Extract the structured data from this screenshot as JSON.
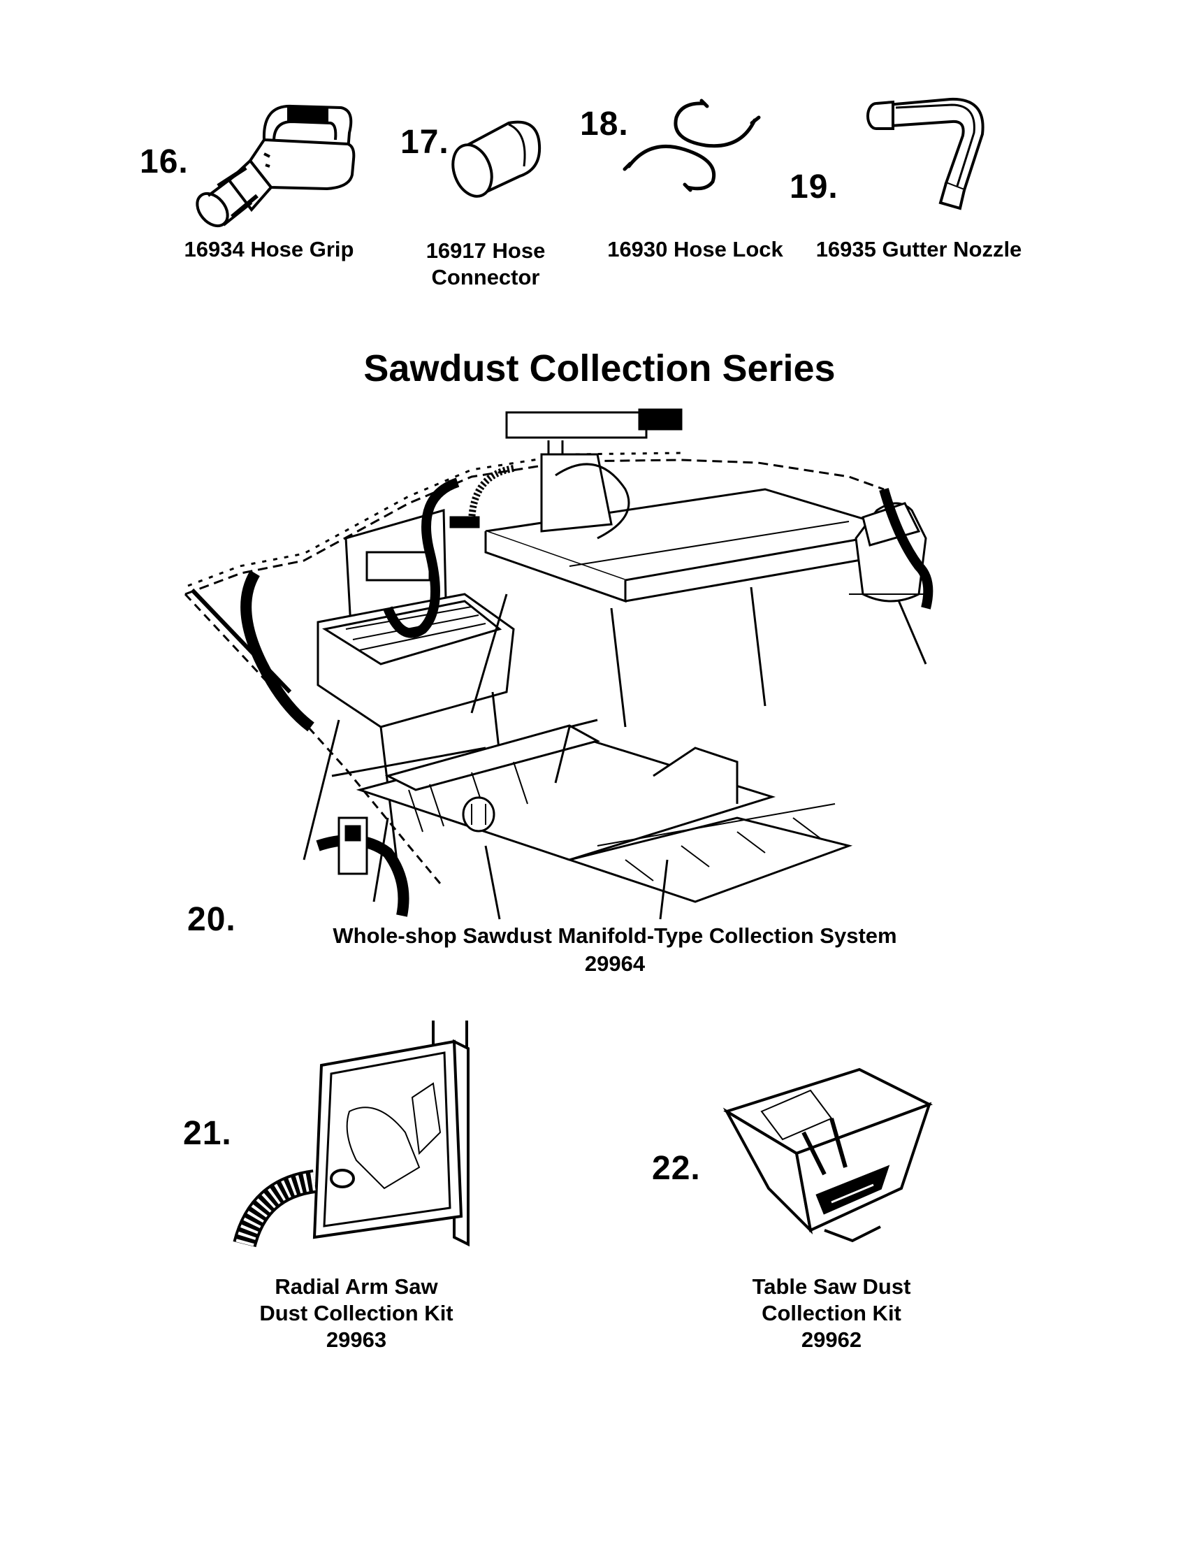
{
  "items": [
    {
      "number": "16.",
      "caption_lines": [
        "16934 Hose Grip"
      ]
    },
    {
      "number": "17.",
      "caption_lines": [
        "16917 Hose",
        "Connector"
      ]
    },
    {
      "number": "18.",
      "caption_lines": [
        "16930 Hose Lock"
      ]
    },
    {
      "number": "19.",
      "caption_lines": [
        "16935 Gutter Nozzle"
      ]
    }
  ],
  "series_title": "Sawdust Collection Series",
  "system": {
    "number": "20.",
    "caption": "Whole-shop Sawdust Manifold-Type Collection System",
    "part_number": "29964"
  },
  "kits": [
    {
      "number": "21.",
      "caption_lines": [
        "Radial Arm Saw",
        "Dust Collection Kit",
        "29963"
      ]
    },
    {
      "number": "22.",
      "caption_lines": [
        "Table Saw Dust",
        "Collection Kit",
        "29962"
      ]
    }
  ]
}
